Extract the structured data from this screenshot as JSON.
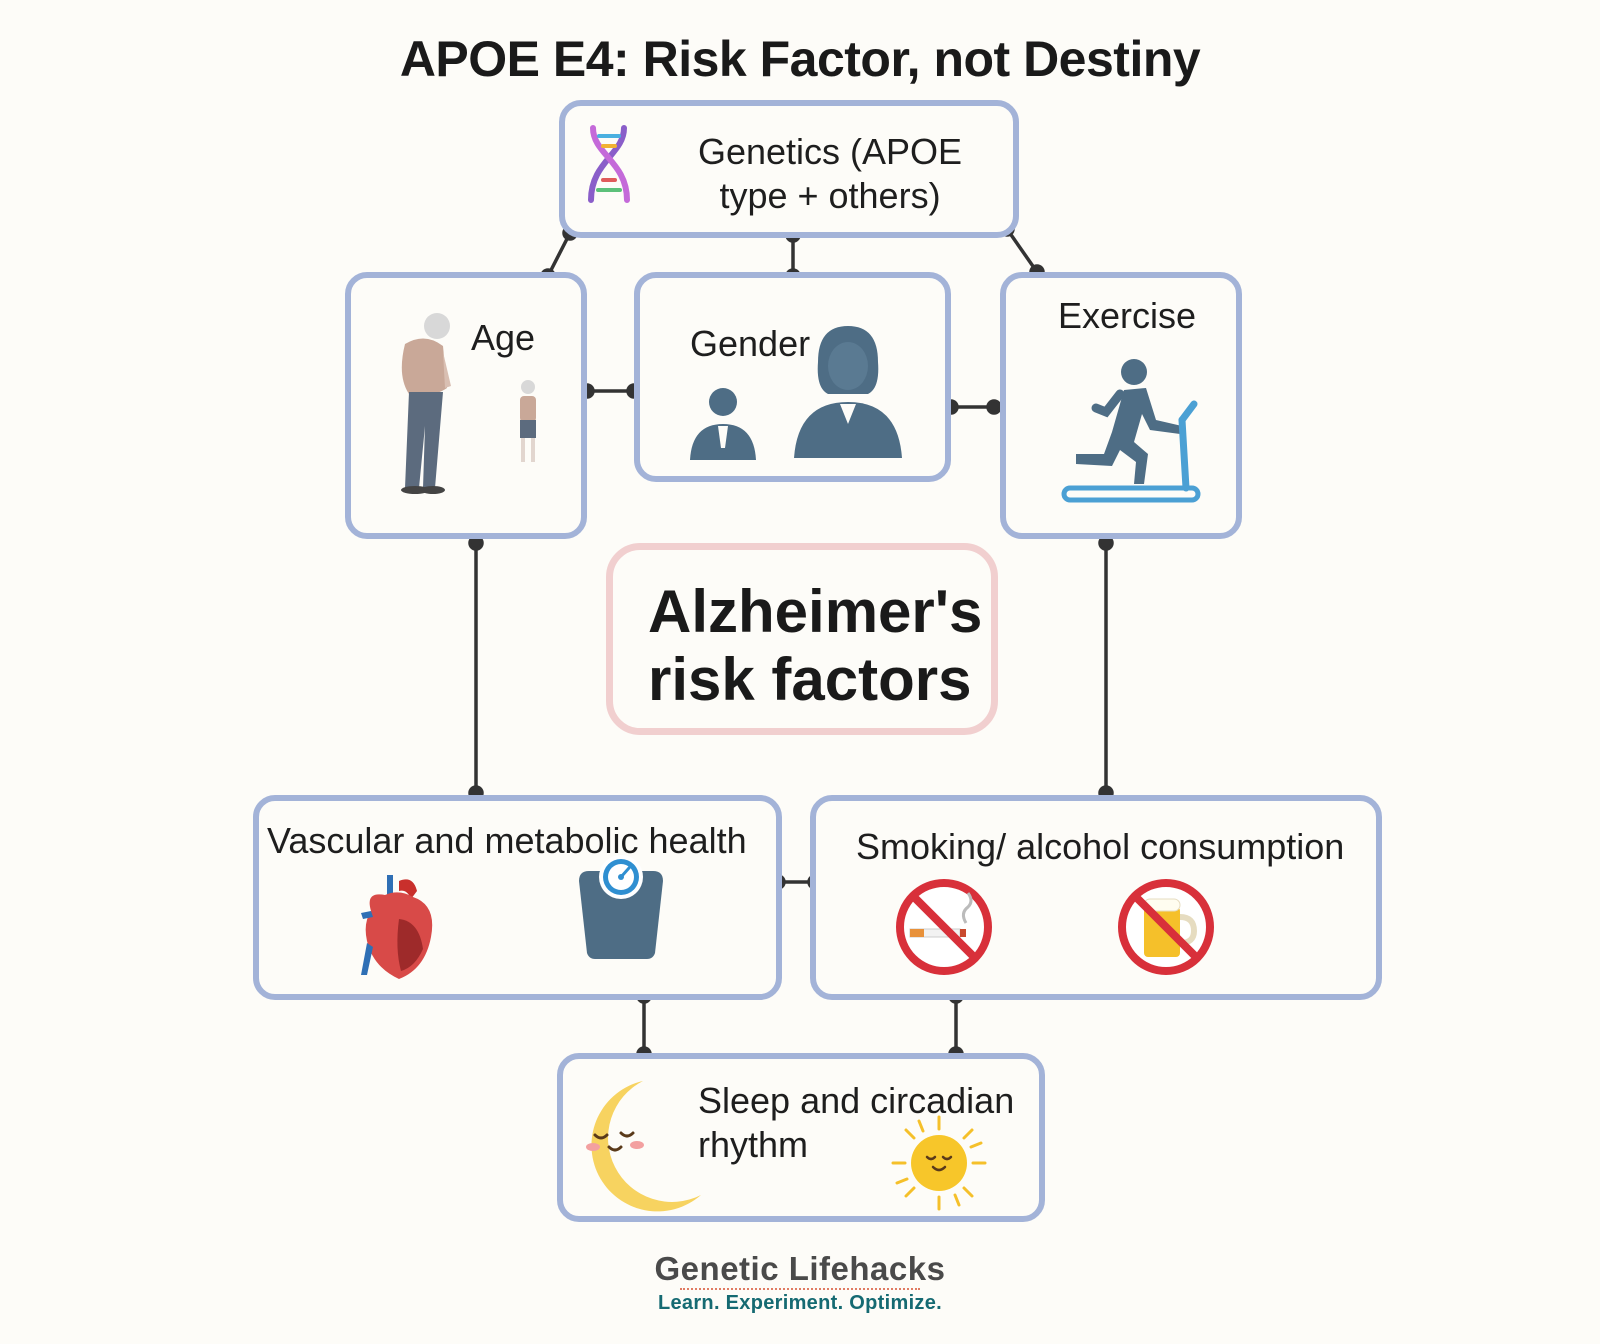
{
  "title": "APOE E4: Risk Factor, not Destiny",
  "center": {
    "line1": "Alzheimer's",
    "line2": "risk factors"
  },
  "nodes": {
    "genetics": {
      "line1": "Genetics (APOE",
      "line2": "type + others)"
    },
    "age": "Age",
    "gender": "Gender",
    "exercise": "Exercise",
    "vascular": "Vascular and metabolic health",
    "smoking": "Smoking/ alcohol consumption",
    "sleep": {
      "line1": "Sleep and circadian",
      "line2": "rhythm"
    }
  },
  "icons": [
    "dna-icon",
    "elderly-man-icon",
    "child-icon",
    "man-silhouette-icon",
    "woman-silhouette-icon",
    "treadmill-runner-icon",
    "heart-icon",
    "weight-scale-icon",
    "no-smoking-icon",
    "no-alcohol-icon",
    "sleeping-moon-icon",
    "smiling-sun-icon"
  ],
  "colors": {
    "box_border": "#a3b3d8",
    "center_border": "#f1cfcf",
    "connector": "#333333",
    "icon_slate": "#4e6d85",
    "prohibit_red": "#d8303a"
  },
  "brand": {
    "name": "Genetic Lifehacks",
    "tagline": "Learn. Experiment. Optimize."
  }
}
